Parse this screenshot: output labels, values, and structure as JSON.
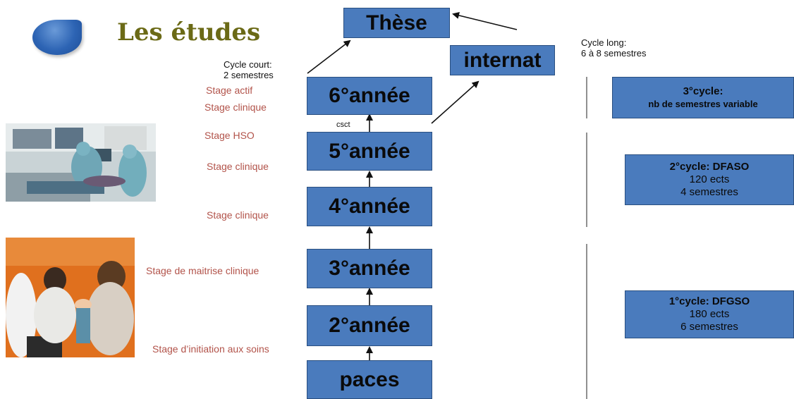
{
  "title": "Les études",
  "years": {
    "these": "Thèse",
    "internat": "internat",
    "y6": "6°année",
    "y5": "5°année",
    "y4": "4°année",
    "y3": "3°année",
    "y2": "2°année",
    "paces": "paces"
  },
  "notes": {
    "cycle_court_1": "Cycle court:",
    "cycle_court_2": "2 semestres",
    "cycle_long_1": "Cycle long:",
    "cycle_long_2": "6 à 8 semestres",
    "csct": "csct"
  },
  "stages": {
    "actif": "Stage actif",
    "clinique_6": "Stage clinique",
    "hso": "Stage HSO",
    "clinique_5": "Stage clinique",
    "clinique_4": "Stage clinique",
    "maitrise": "Stage de maitrise clinique",
    "initiation": "Stage d’initiation aux soins"
  },
  "cycles": {
    "third": {
      "title": "3°cycle:",
      "line1": "nb de semestres variable"
    },
    "second": {
      "title": "2°cycle: DFASO",
      "line1": "120 ects",
      "line2": "4 semestres"
    },
    "first": {
      "title": "1°cycle: DFGSO",
      "line1": "180 ects",
      "line2": "6 semestres"
    }
  },
  "colors": {
    "box": "#4a7bbd",
    "stage_text": "#b2534a",
    "title": "#6b6a16"
  }
}
